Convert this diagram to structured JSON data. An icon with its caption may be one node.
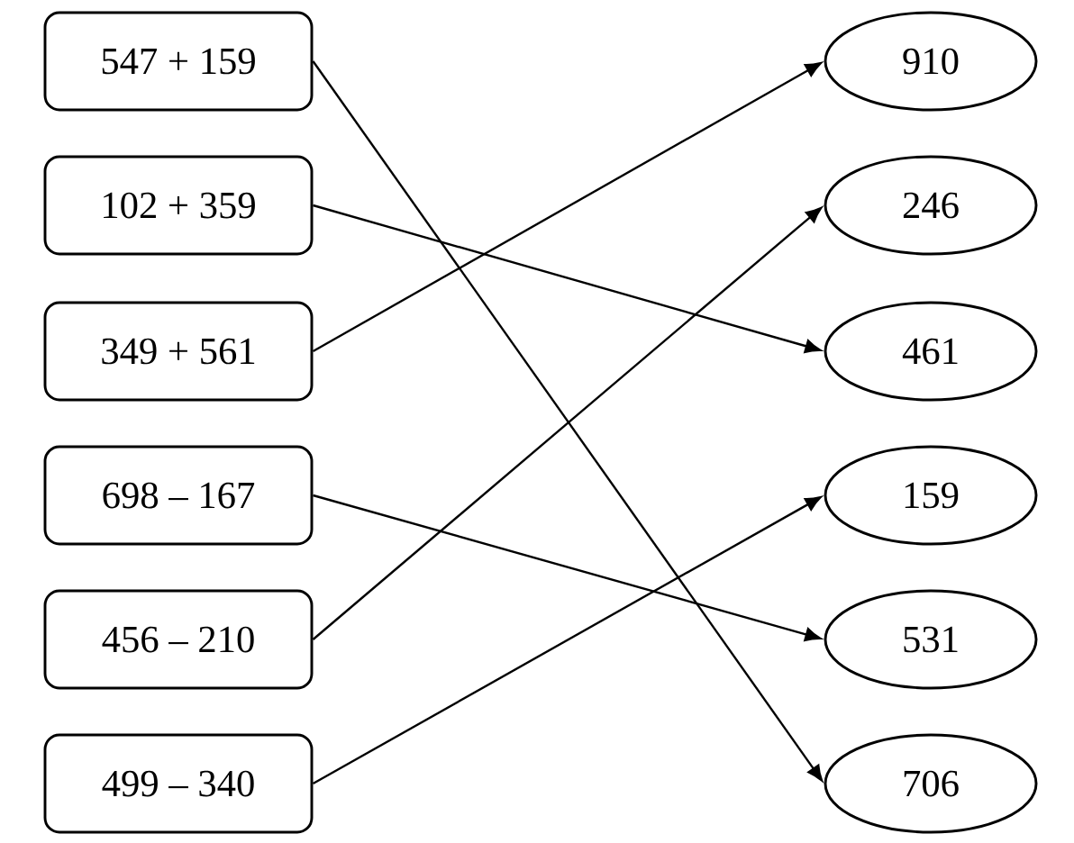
{
  "diagram": {
    "nodes": [
      {
        "text": [
          "547 + 159"
        ]
      },
      {
        "text": [
          "102 + 359"
        ]
      },
      {
        "text": [
          "349 + 561"
        ]
      },
      {
        "text": [
          "698 – 167"
        ]
      },
      {
        "text": [
          "456 – 210"
        ]
      },
      {
        "text": [
          "499 – 340"
        ]
      },
      {
        "text": [
          "910"
        ]
      },
      {
        "text": [
          "246"
        ]
      },
      {
        "text": [
          "461"
        ]
      },
      {
        "text": [
          "159"
        ]
      },
      {
        "text": [
          "531"
        ]
      },
      {
        "text": [
          "706"
        ]
      }
    ],
    "edges": [
      {
        "from": 0,
        "to": 11,
        "arrow": "to"
      },
      {
        "from": 1,
        "to": 8,
        "arrow": "to"
      },
      {
        "from": 2,
        "to": 6,
        "arrow": "to"
      },
      {
        "from": 3,
        "to": 10,
        "arrow": "to"
      },
      {
        "from": 4,
        "to": 7,
        "arrow": "to"
      },
      {
        "from": 5,
        "to": 9,
        "arrow": "to"
      }
    ]
  }
}
